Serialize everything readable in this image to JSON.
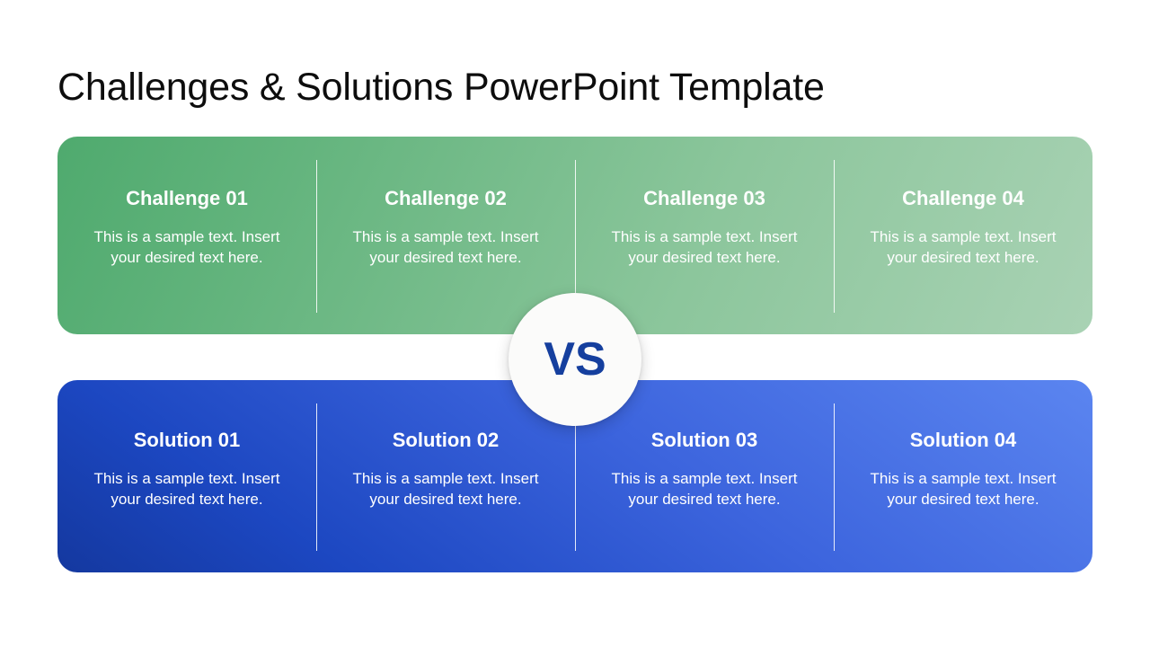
{
  "slide": {
    "title": "Challenges & Solutions PowerPoint Template",
    "vs_label": "VS",
    "colors": {
      "green_light": "#a9d2b4",
      "green_dark": "#4faa6e",
      "blue_light": "#5b85f0",
      "blue_dark": "#14389f",
      "vs_text": "#153f9e",
      "vs_circle": "#fbfbfa",
      "title_text": "#0d0d0d",
      "panel_text": "#ffffff",
      "divider": "#ffffff"
    }
  },
  "challenges": {
    "items": [
      {
        "heading": "Challenge 01",
        "body": "This is a sample text. Insert your desired text here."
      },
      {
        "heading": "Challenge 02",
        "body": "This is a sample text. Insert your desired text here."
      },
      {
        "heading": "Challenge 03",
        "body": "This is a sample text. Insert your desired text here."
      },
      {
        "heading": "Challenge 04",
        "body": "This is a sample text. Insert your desired text here."
      }
    ]
  },
  "solutions": {
    "items": [
      {
        "heading": "Solution 01",
        "body": "This is a sample text. Insert your desired text here."
      },
      {
        "heading": "Solution 02",
        "body": "This is a sample text. Insert your desired text here."
      },
      {
        "heading": "Solution 03",
        "body": "This is a sample text. Insert your desired text here."
      },
      {
        "heading": "Solution 04",
        "body": "This is a sample text. Insert your desired text here."
      }
    ]
  }
}
